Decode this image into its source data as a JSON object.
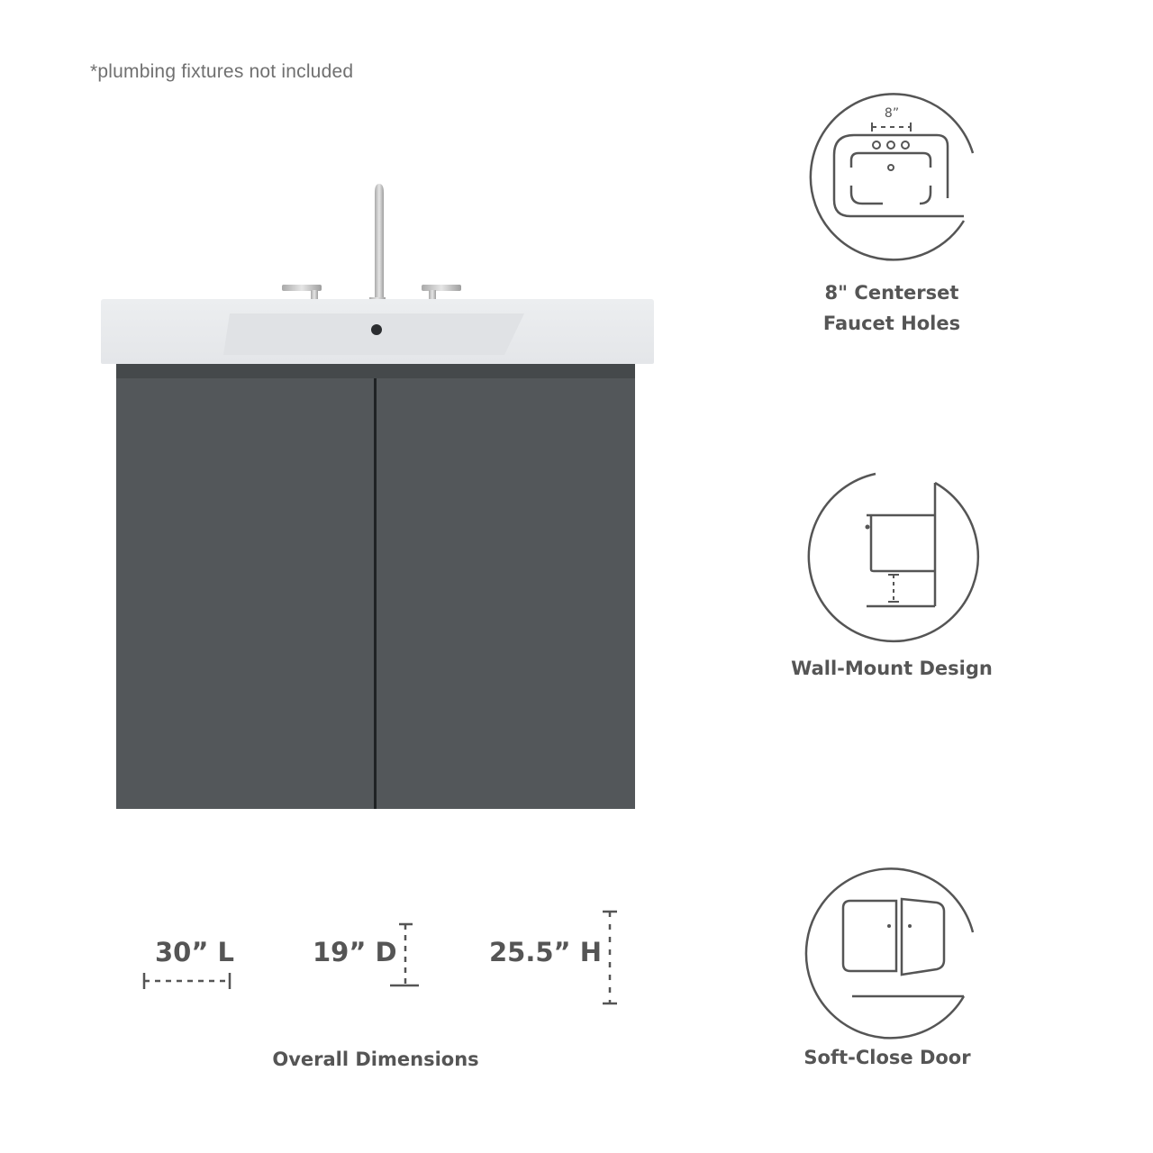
{
  "disclaimer": "*plumbing fixtures not included",
  "product": {
    "cabinet_color": "#53575a",
    "countertop_color": "#e8eaec",
    "faucet_color": "#c9c9c9"
  },
  "dimensions": {
    "length": "30” L",
    "depth": "19” D",
    "height": "25.5” H",
    "caption": "Overall Dimensions"
  },
  "features": [
    {
      "icon": "centerset-faucet-holes-icon",
      "icon_label": "8”",
      "line1": "8\" Centerset",
      "line2": "Faucet Holes"
    },
    {
      "icon": "wall-mount-icon",
      "line1": "Wall-Mount Design"
    },
    {
      "icon": "soft-close-door-icon",
      "line1": "Soft-Close Door"
    }
  ]
}
